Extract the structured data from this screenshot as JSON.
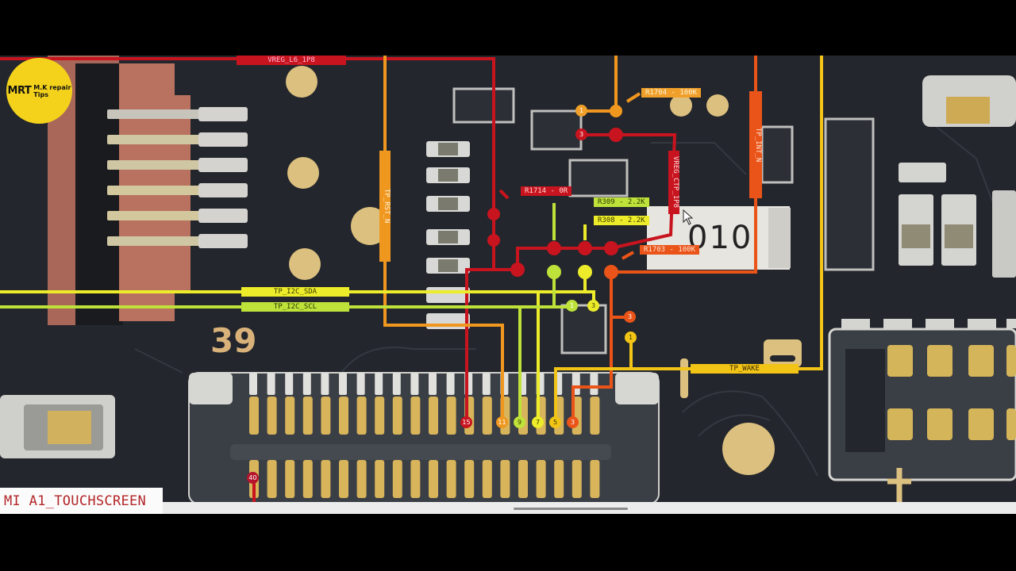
{
  "video": {
    "channel_logo": {
      "main": "MRT",
      "sub_line1": "M.K repair",
      "sub_line2": "Tips"
    },
    "caption": "MI A1_TOUCHSCREEN"
  },
  "colors": {
    "board": "#23262c",
    "vreg_l6_1p8": "#c8141e",
    "vreg_ctp_1p8": "#c8141e",
    "tp_rst_n": "#f0971f",
    "tp_int_n": "#ea5418",
    "tp_i2c_sda": "#ecec2a",
    "tp_i2c_scl": "#bfe23a",
    "tp_wake": "#f2c416",
    "r1703": "#ea5418",
    "r1704": "#f0a02a"
  },
  "nets": {
    "vreg_l6_1p8": "VREG_L6_1P8",
    "vreg_ctp_1p8": "VREG_CTP_1P8",
    "tp_rst_n": "TP_RST_N",
    "tp_int_n": "TP_INT_N",
    "tp_i2c_sda": "TP_I2C_SDA",
    "tp_i2c_scl": "TP_I2C_SCL",
    "tp_wake": "TP_WAKE"
  },
  "components": {
    "r1714": "R1714 - 0R",
    "r309": "R309 - 2.2K",
    "r308": "R308 - 2.2K",
    "r1703": "R1703 - 100K",
    "r1704": "R1704 - 100K"
  },
  "connector_pins": {
    "p15": "15",
    "p11": "11",
    "p9": "9",
    "p7": "7",
    "p5": "5",
    "p3": "3",
    "p40": "40"
  },
  "ic_pins": {
    "q_top_1": "1",
    "q_top_3": "3",
    "q_i2c_1": "1",
    "q_i2c_3": "3",
    "q_int_3": "3",
    "q_wake_1": "1"
  },
  "silkscreen": {
    "board_number": "39",
    "part_marking": "010"
  }
}
